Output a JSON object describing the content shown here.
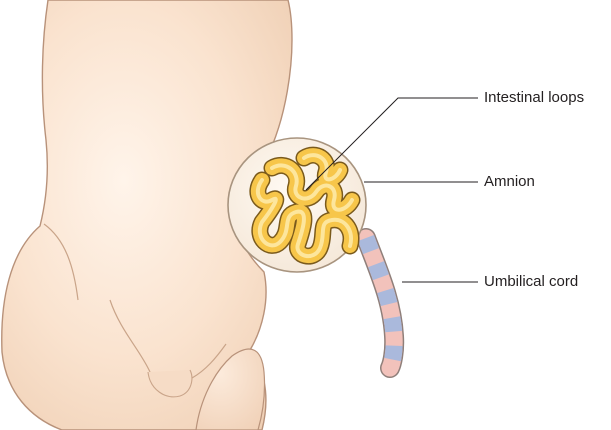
{
  "labels": {
    "intestinal_loops": "Intestinal loops",
    "amnion": "Amnion",
    "umbilical_cord": "Umbilical cord"
  },
  "colors": {
    "skin_light": "#fcebdc",
    "skin_mid": "#f6d8bf",
    "skin_outline": "#b8927a",
    "intestine_fill": "#f7c64a",
    "intestine_highlight": "#fde9a6",
    "intestine_outline": "#7a5a1c",
    "amnion_fill": "#fbf3ea",
    "amnion_outline": "#a8947f",
    "cord_pink": "#f2c2bb",
    "cord_blue": "#aab9dc",
    "leader_line": "#231f20",
    "background": "#ffffff"
  }
}
